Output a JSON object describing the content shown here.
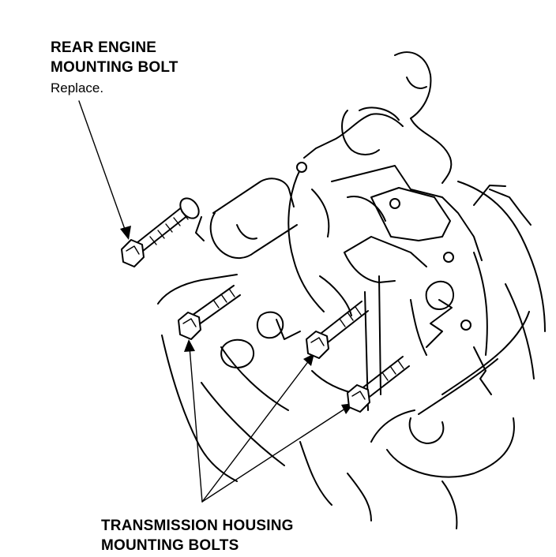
{
  "callouts": {
    "rear_engine_mount": {
      "line1": "REAR ENGINE",
      "line2": "MOUNTING BOLT",
      "note": "Replace."
    },
    "transmission_housing": {
      "line1": "TRANSMISSION HOUSING",
      "line2": "MOUNTING BOLTS"
    }
  },
  "colors": {
    "ink": "#000000",
    "paper": "#ffffff"
  }
}
